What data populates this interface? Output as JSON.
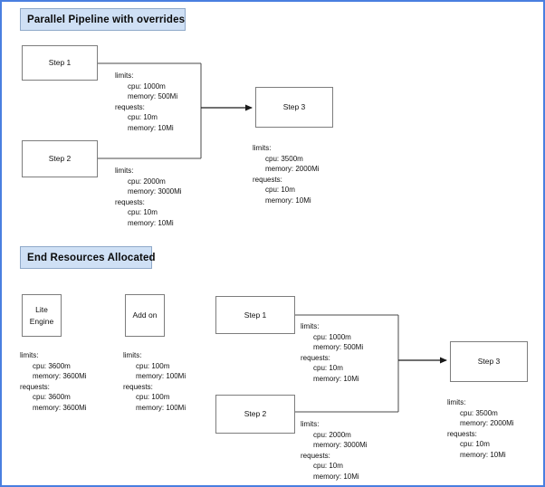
{
  "page": {
    "border_color": "#4a7fe0",
    "background": "#ffffff",
    "banner_fill": "#cfe0f5",
    "banner_stroke": "#8fa9c9",
    "node_stroke": "#7d7d7d",
    "connector_color": "#1a1a1a"
  },
  "sections": {
    "top": {
      "banner_label": "Parallel Pipeline with  overrides",
      "nodes": {
        "step1": {
          "label": "Step 1"
        },
        "step2": {
          "label": "Step 2"
        },
        "step3": {
          "label": "Step 3"
        }
      },
      "resources": {
        "step1": {
          "limits_label": "limits:",
          "limits_cpu": "cpu: 1000m",
          "limits_memory": "memory: 500Mi",
          "requests_label": "requests:",
          "requests_cpu": "cpu: 10m",
          "requests_memory": "memory: 10Mi"
        },
        "step2": {
          "limits_label": "limits:",
          "limits_cpu": "cpu: 2000m",
          "limits_memory": "memory: 3000Mi",
          "requests_label": "requests:",
          "requests_cpu": "cpu: 10m",
          "requests_memory": "memory: 10Mi"
        },
        "step3": {
          "limits_label": "limits:",
          "limits_cpu": "cpu: 3500m",
          "limits_memory": "memory: 2000Mi",
          "requests_label": "requests:",
          "requests_cpu": "cpu: 10m",
          "requests_memory": "memory: 10Mi"
        }
      }
    },
    "bottom": {
      "banner_label": "End Resources Allocated",
      "nodes": {
        "lite_engine": {
          "label_line1": "Lite",
          "label_line2": "Engine"
        },
        "add_on": {
          "label": "Add on"
        },
        "step1": {
          "label": "Step 1"
        },
        "step2": {
          "label": "Step 2"
        },
        "step3": {
          "label": "Step 3"
        }
      },
      "resources": {
        "lite_engine": {
          "limits_label": "limits:",
          "limits_cpu": "cpu: 3600m",
          "limits_memory": "memory: 3600Mi",
          "requests_label": "requests:",
          "requests_cpu": "cpu: 3600m",
          "requests_memory": "memory: 3600Mi"
        },
        "add_on": {
          "limits_label": "limits:",
          "limits_cpu": "cpu: 100m",
          "limits_memory": "memory: 100Mi",
          "requests_label": "requests:",
          "requests_cpu": "cpu: 100m",
          "requests_memory": "memory: 100Mi"
        },
        "step1": {
          "limits_label": "limits:",
          "limits_cpu": "cpu: 1000m",
          "limits_memory": "memory: 500Mi",
          "requests_label": "requests:",
          "requests_cpu": "cpu: 10m",
          "requests_memory": "memory: 10Mi"
        },
        "step2": {
          "limits_label": "limits:",
          "limits_cpu": "cpu: 2000m",
          "limits_memory": "memory: 3000Mi",
          "requests_label": "requests:",
          "requests_cpu": "cpu: 10m",
          "requests_memory": "memory: 10Mi"
        },
        "step3": {
          "limits_label": "limits:",
          "limits_cpu": "cpu: 3500m",
          "limits_memory": "memory: 2000Mi",
          "requests_label": "requests:",
          "requests_cpu": "cpu: 10m",
          "requests_memory": "memory: 10Mi"
        }
      }
    }
  }
}
